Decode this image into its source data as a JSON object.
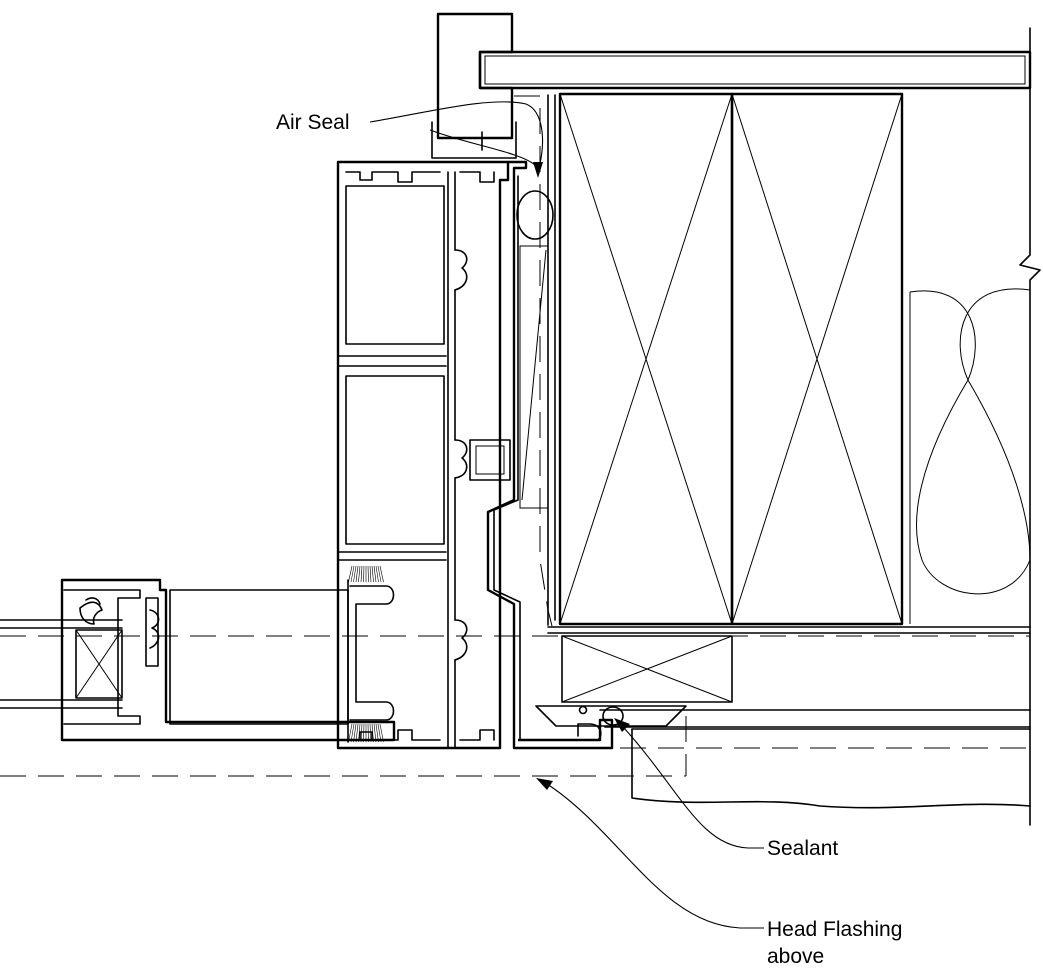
{
  "labels": {
    "air_seal": "Air Seal",
    "sealant": "Sealant",
    "head_flashing_line1": "Head Flashing",
    "head_flashing_line2": "above"
  }
}
